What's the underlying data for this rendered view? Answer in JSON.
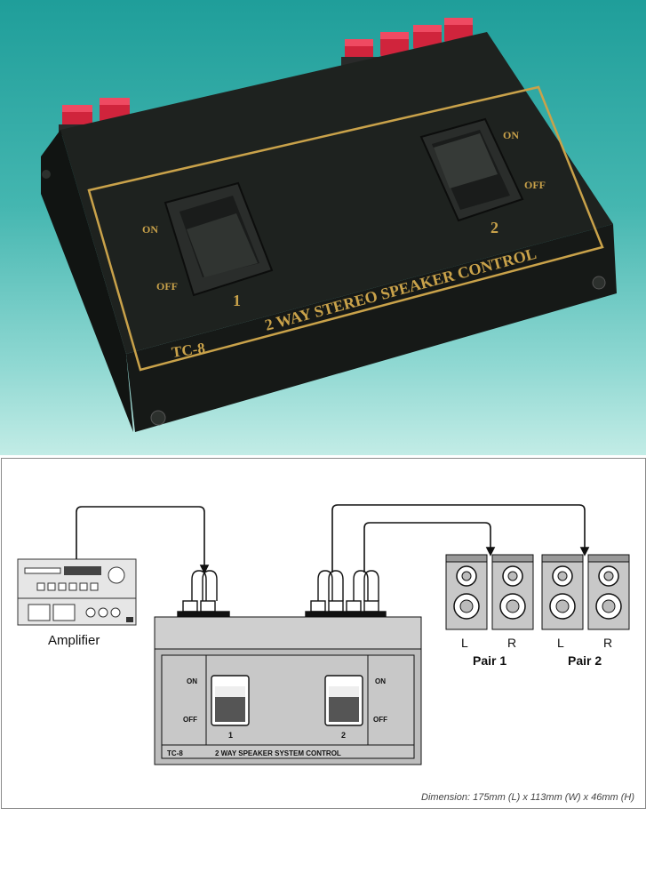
{
  "photo": {
    "switch_1": {
      "number": "1",
      "on_label": "ON",
      "off_label": "OFF"
    },
    "switch_2": {
      "number": "2",
      "on_label": "ON",
      "off_label": "OFF"
    },
    "model_label": "TC-8",
    "product_title": "2 WAY STEREO SPEAKER CONTROL",
    "colors": {
      "background_top": "#1f9e9a",
      "background_bottom": "#c2ece6",
      "body": "#1b1f1c",
      "panel_border": "#c9a24a",
      "terminal": "#d0243c"
    }
  },
  "diagram": {
    "amplifier_label": "Amplifier",
    "switch_1": {
      "number": "1",
      "on_label": "ON",
      "off_label": "OFF"
    },
    "switch_2": {
      "number": "2",
      "on_label": "ON",
      "off_label": "OFF"
    },
    "model_label": "TC-8",
    "box_title": "2 WAY SPEAKER SYSTEM CONTROL",
    "pair_1": {
      "left": "L",
      "right": "R",
      "label": "Pair 1"
    },
    "pair_2": {
      "left": "L",
      "right": "R",
      "label": "Pair 2"
    },
    "dimension": "Dimension: 175mm (L) x 113mm (W) x 46mm (H)"
  }
}
